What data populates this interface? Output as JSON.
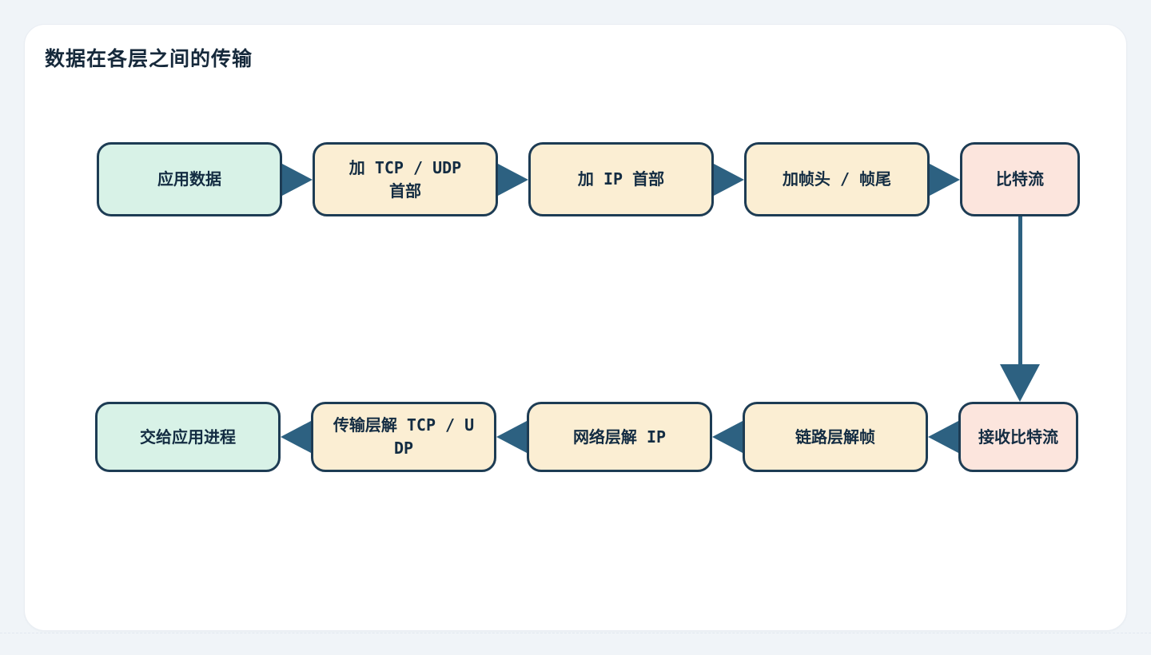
{
  "title": "数据在各层之间的传输",
  "colors": {
    "page_background": "#f0f4f8",
    "card_background": "#ffffff",
    "node_border": "#1d3c54",
    "arrow": "#2d6181",
    "mint_fill": "#d8f2e7",
    "cream_fill": "#fbeed3",
    "pink_fill": "#fce5dd",
    "text": "#132c42"
  },
  "diagram": {
    "top_row": {
      "direction": "left-to-right",
      "nodes": [
        {
          "label": "应用数据",
          "color": "mint"
        },
        {
          "label": [
            "加 TCP / UDP",
            "首部"
          ],
          "color": "cream"
        },
        {
          "label": "加 IP 首部",
          "color": "cream"
        },
        {
          "label": "加帧头 / 帧尾",
          "color": "cream"
        },
        {
          "label": "比特流",
          "color": "pink"
        }
      ]
    },
    "bottom_row": {
      "direction": "right-to-left",
      "nodes": [
        {
          "label": "交给应用进程",
          "color": "mint"
        },
        {
          "label": [
            "传输层解 TCP / U",
            "DP"
          ],
          "color": "cream"
        },
        {
          "label": "网络层解 IP",
          "color": "cream"
        },
        {
          "label": "链路层解帧",
          "color": "cream"
        },
        {
          "label": "接收比特流",
          "color": "pink"
        }
      ]
    },
    "vertical_connector": {
      "from": "比特流",
      "to": "接收比特流",
      "direction": "down"
    }
  }
}
